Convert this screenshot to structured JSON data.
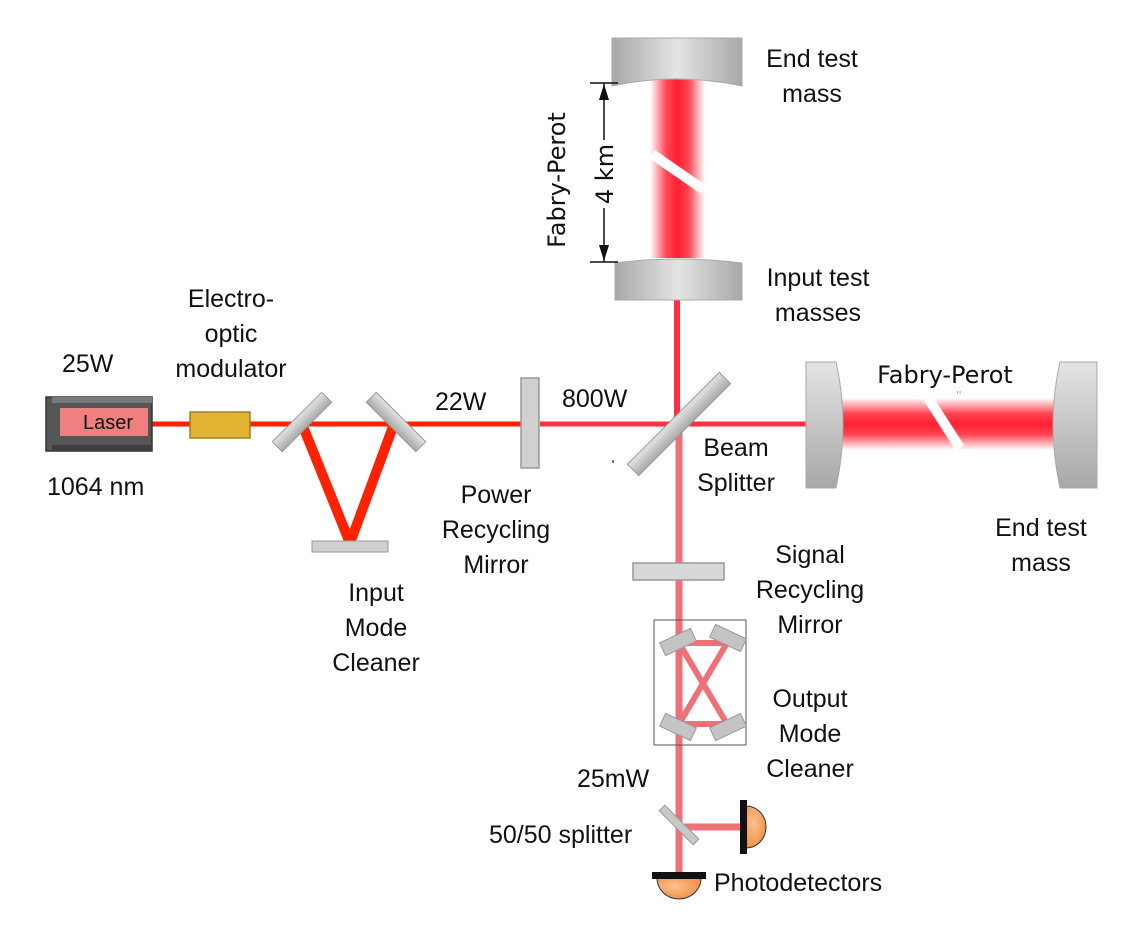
{
  "labels": {
    "power_25w": "25W",
    "laser": "Laser",
    "wavelength": "1064 nm",
    "eom_1": "Electro-",
    "eom_2": "optic",
    "eom_3": "modulator",
    "power_22w": "22W",
    "power_800w": "800W",
    "imc_1": "Input",
    "imc_2": "Mode",
    "imc_3": "Cleaner",
    "prm_1": "Power",
    "prm_2": "Recycling",
    "prm_3": "Mirror",
    "bs_1": "Beam",
    "bs_2": "Splitter",
    "etm_top_1": "End test",
    "etm_top_2": "mass",
    "fp_vertical": "Fabry-Perot",
    "arm_length": "4 km",
    "itm_1": "Input test",
    "itm_2": "masses",
    "fp_horizontal": "Fabry-Perot",
    "etm_right_1": "End test",
    "etm_right_2": "mass",
    "srm_1": "Signal",
    "srm_2": "Recycling",
    "srm_3": "Mirror",
    "omc_1": "Output",
    "omc_2": "Mode",
    "omc_3": "Cleaner",
    "power_25mw": "25mW",
    "splitter": "50/50 splitter",
    "photodetectors": "Photodetectors"
  },
  "colors": {
    "beam_input": "#ff2200",
    "beam_arm": "#ff3040",
    "beam_output": "#f07078",
    "mirror_gray": "#c8c8c8",
    "eom_gold": "#e0b430",
    "laser_body": "#555555",
    "laser_window": "#f08080",
    "detector_orange": "#f5a060"
  }
}
